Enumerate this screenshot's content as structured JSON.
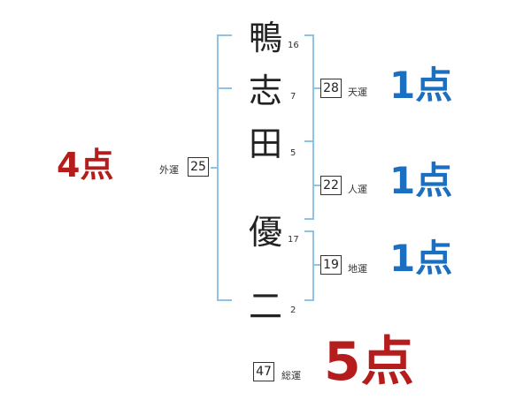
{
  "name": {
    "chars": [
      {
        "char": "鴨",
        "strokes": "16"
      },
      {
        "char": "志",
        "strokes": "7"
      },
      {
        "char": "田",
        "strokes": "5"
      },
      {
        "char": "優",
        "strokes": "17"
      },
      {
        "char": "二",
        "strokes": "2"
      }
    ]
  },
  "fortunes": {
    "gaiun": {
      "label": "外運",
      "value": "25",
      "points": "4点"
    },
    "tenun": {
      "label": "天運",
      "value": "28",
      "points": "1点"
    },
    "jinun": {
      "label": "人運",
      "value": "22",
      "points": "1点"
    },
    "chiun": {
      "label": "地運",
      "value": "19",
      "points": "1点"
    },
    "souun": {
      "label": "総運",
      "value": "47",
      "points": "5点"
    }
  },
  "colors": {
    "bracket": "#8ec3e6",
    "blue_points": "#1a6fc0",
    "red_points": "#b51c1c"
  }
}
